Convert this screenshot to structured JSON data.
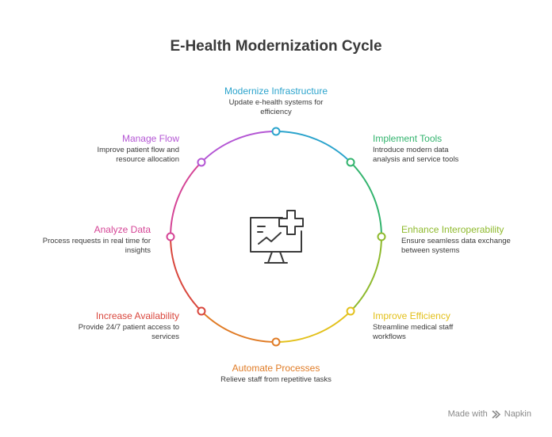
{
  "title": "E-Health Modernization Cycle",
  "steps": [
    {
      "title": "Modernize Infrastructure",
      "desc": "Update e-health systems for efficiency",
      "color": "#2aa3cc"
    },
    {
      "title": "Implement Tools",
      "desc": "Introduce modern data analysis and service tools",
      "color": "#33b46e"
    },
    {
      "title": "Enhance Interoperability",
      "desc": "Ensure seamless data exchange between systems",
      "color": "#8fba2e"
    },
    {
      "title": "Improve Efficiency",
      "desc": "Streamline medical staff workflows",
      "color": "#e3c11c"
    },
    {
      "title": "Automate Processes",
      "desc": "Relieve staff from repetitive tasks",
      "color": "#e07b25"
    },
    {
      "title": "Increase Availability",
      "desc": "Provide 24/7 patient access to services",
      "color": "#d9473d"
    },
    {
      "title": "Analyze Data",
      "desc": "Process requests in real time for insights",
      "color": "#d54596"
    },
    {
      "title": "Manage Flow",
      "desc": "Improve patient flow and resource allocation",
      "color": "#b456d4"
    }
  ],
  "center_icon": "computer-health-cross-icon",
  "footer": {
    "made_with": "Made with",
    "brand": "Napkin",
    "brand_icon": "napkin-logo-icon"
  }
}
